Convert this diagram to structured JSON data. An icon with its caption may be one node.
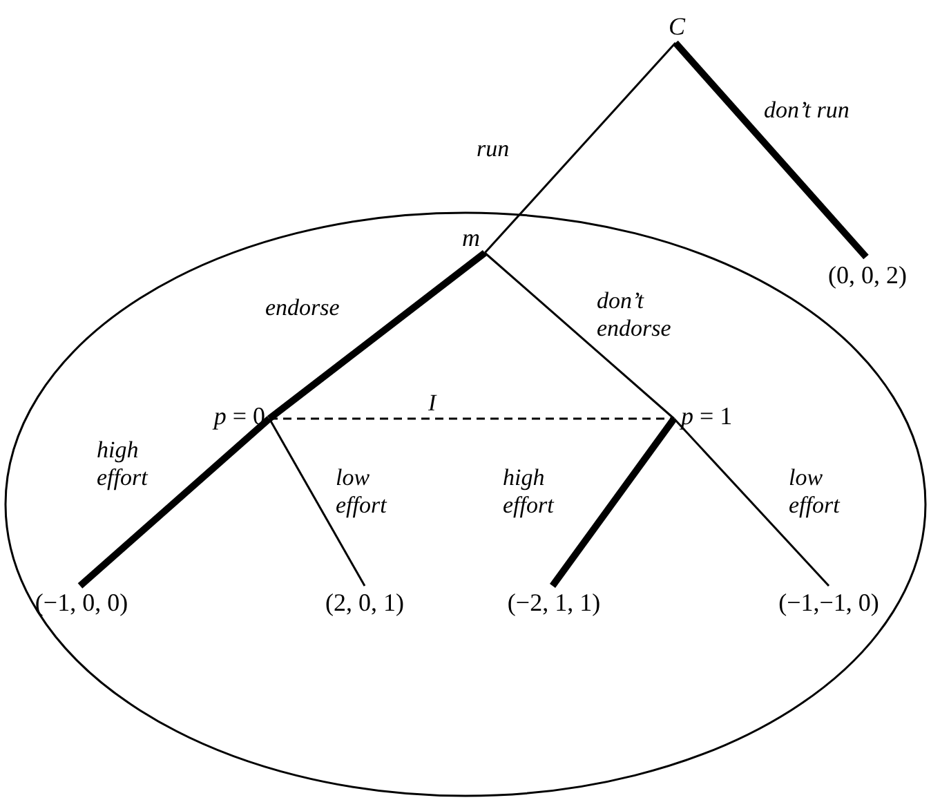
{
  "diagram": {
    "nodes": [
      {
        "text": [
          "*C*"
        ]
      },
      {
        "text": [
          "(0, 0, 2)"
        ]
      },
      {
        "text": [],
        "shape": "ellipse"
      },
      {
        "text": [
          "*m*"
        ],
        "in": 2
      },
      {
        "text": [
          "*p* = 0"
        ],
        "in": 2
      },
      {
        "text": [
          "*p* = 1"
        ],
        "in": 2
      },
      {
        "text": [
          "(−1, 0, 0)"
        ],
        "in": 2
      },
      {
        "text": [
          "(2, 0, 1)"
        ],
        "in": 2
      },
      {
        "text": [
          "(−2, 1, 1)"
        ],
        "in": 2
      },
      {
        "text": [
          "(−1,−1, 0)"
        ],
        "in": 2
      }
    ],
    "edges": [
      {
        "from": 0,
        "to": 3,
        "arrow": "none",
        "label": "run"
      },
      {
        "from": 0,
        "to": 1,
        "arrow": "none",
        "label": "don’t run",
        "style": "thick"
      },
      {
        "from": 3,
        "to": 4,
        "arrow": "none",
        "label": "endorse",
        "style": "thick"
      },
      {
        "from": 3,
        "to": 5,
        "arrow": "none",
        "label": "don’t endorse"
      },
      {
        "from": 4,
        "to": 5,
        "arrow": "none",
        "label": "I",
        "style": "dashed"
      },
      {
        "from": 4,
        "to": 6,
        "arrow": "none",
        "label": "high effort",
        "style": "thick"
      },
      {
        "from": 4,
        "to": 7,
        "arrow": "none",
        "label": "low effort"
      },
      {
        "from": 5,
        "to": 8,
        "arrow": "none",
        "label": "high effort",
        "style": "thick"
      },
      {
        "from": 5,
        "to": 9,
        "arrow": "none",
        "label": "low effort"
      }
    ]
  }
}
